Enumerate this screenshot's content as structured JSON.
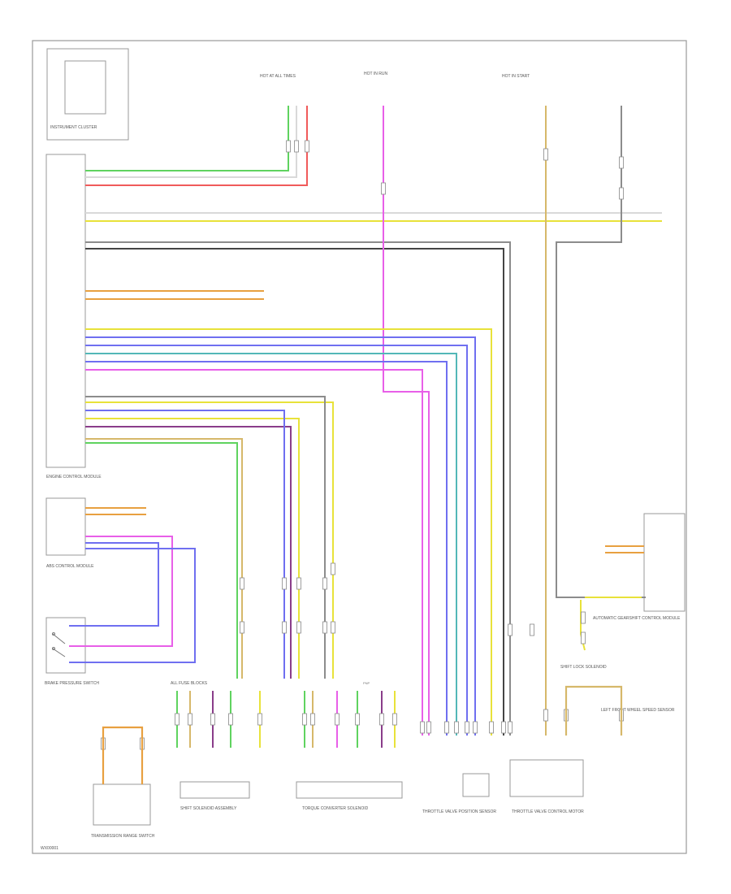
{
  "footer": {
    "code": "WX00001"
  },
  "wire_colors": {
    "white": "#d9d9d9",
    "yellow": "#e8e23a",
    "gray": "#8c8c8c",
    "green": "#5fd35f",
    "red": "#f05a5a",
    "magenta": "#e85fe8",
    "blue": "#6f6ff0",
    "teal": "#52b8b8",
    "purple": "#8a3d8a",
    "orange": "#e8a040",
    "tan": "#d6b86a",
    "black": "#444444"
  },
  "components": {
    "instrument_cluster": "INSTRUMENT CLUSTER",
    "engine_control_module": "ENGINE CONTROL MODULE",
    "abs_control_module": "ABS CONTROL MODULE",
    "brake_pressure_switch": "BRAKE PRESSURE SWITCH",
    "transmission_range_switch": "TRANSMISSION RANGE SWITCH",
    "shift_solenoid_assembly": "SHIFT SOLENOID ASSEMBLY",
    "torque_converter_solenoid": "TORQUE CONVERTER SOLENOID",
    "throttle_valve_left": "THROTTLE VALVE POSITION SENSOR",
    "throttle_valve_right": "THROTTLE VALVE CONTROL MOTOR",
    "automatic_gearshift_control_module": "AUTOMATIC GEARSHIFT CONTROL MODULE",
    "shift_lock_solenoid": "SHIFT LOCK SOLENOID",
    "left_front_wheel_speed_sensor": "LEFT FRONT WHEEL SPEED SENSOR",
    "fuse_top_1": "HOT AT ALL TIMES",
    "fuse_top_2": "HOT IN RUN",
    "fuse_top_3": "HOT IN START",
    "fuse_block": "ALL FUSE BLOCKS",
    "pnp": "PNP"
  }
}
